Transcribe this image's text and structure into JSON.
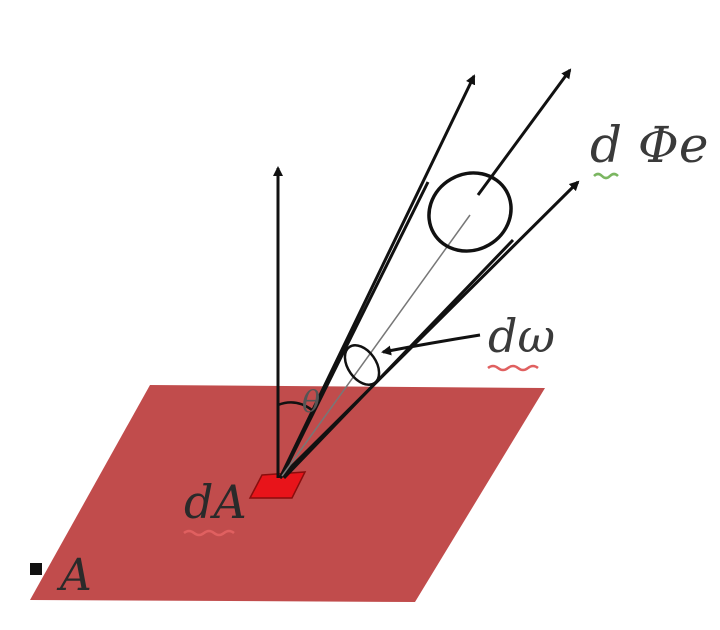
{
  "labels": {
    "flux": "d Φe",
    "solid_angle": "dω",
    "area_element": "dA",
    "area": "A",
    "angle": "θ"
  },
  "colors": {
    "plane": "#c14c4c",
    "patch": "#e8141a",
    "lines": "#111111",
    "squiggle_green": "#7bb661",
    "squiggle_red": "#e06060"
  },
  "icons": {
    "corner_marker": "square-marker-icon"
  }
}
